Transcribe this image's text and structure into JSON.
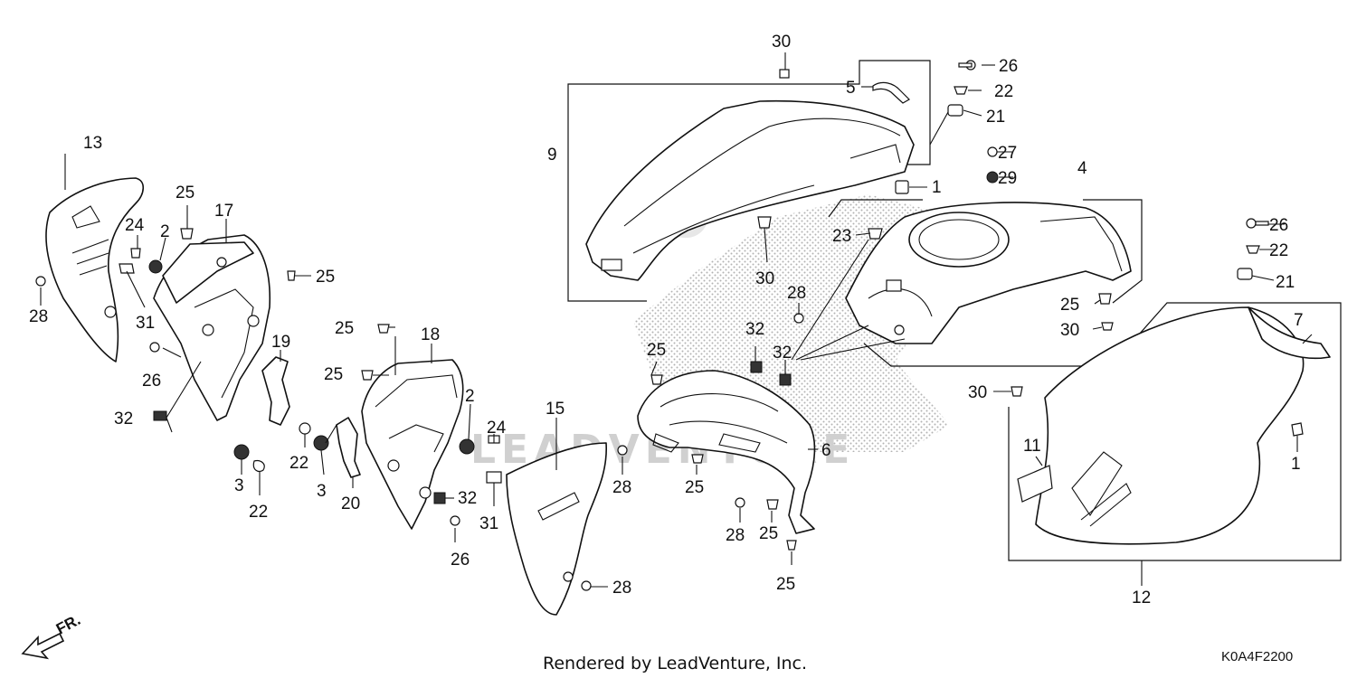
{
  "diagram": {
    "callouts": {
      "c30a": "30",
      "c26a": "26",
      "c5": "5",
      "c22a": "22",
      "c9": "9",
      "c21a": "21",
      "c27": "27",
      "c29": "29",
      "c1a": "1",
      "c4": "4",
      "c23": "23",
      "c26b": "26",
      "c22b": "22",
      "c30b": "30",
      "c21b": "21",
      "c25a": "25",
      "c30c": "30",
      "c7": "7",
      "c28a": "28",
      "c32a": "32",
      "c32b": "32",
      "c30d": "30",
      "c13": "13",
      "c25b": "25",
      "c17": "17",
      "c24a": "24",
      "c2a": "2",
      "c25c": "25",
      "c28b": "28",
      "c31a": "31",
      "c26c": "26",
      "c19": "19",
      "c32c": "32",
      "c3a": "3",
      "c22c": "22",
      "c25d": "25",
      "c18": "18",
      "c25e": "25",
      "c25f": "25",
      "c2b": "2",
      "c24b": "24",
      "c22d": "22",
      "c3b": "3",
      "c20": "20",
      "c32d": "32",
      "c31b": "31",
      "c26d": "26",
      "c15": "15",
      "c28c": "28",
      "c28d": "28",
      "c25g": "25",
      "c6": "6",
      "c28e": "28",
      "c25h": "25",
      "c25i": "25",
      "c11": "11",
      "c1b": "1",
      "c12": "12"
    },
    "direction_label": "FR.",
    "watermark": "LEADVENTURE",
    "credit": "Rendered by LeadVenture, Inc.",
    "diagram_code": "K0A4F2200"
  }
}
